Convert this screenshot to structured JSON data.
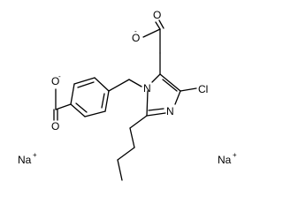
{
  "molecule": {
    "atoms": {
      "O_top_double": "O",
      "O_top_anion": "O",
      "O_left_anion": "O",
      "O_left_double": "O",
      "N_ring_1": "N",
      "N_ring_3": "N",
      "Cl": "Cl",
      "Na_left": "Na",
      "Na_right": "Na"
    },
    "charges": {
      "O_top_anion": "-",
      "O_left_anion": "-",
      "Na_left": "+",
      "Na_right": "+"
    }
  }
}
